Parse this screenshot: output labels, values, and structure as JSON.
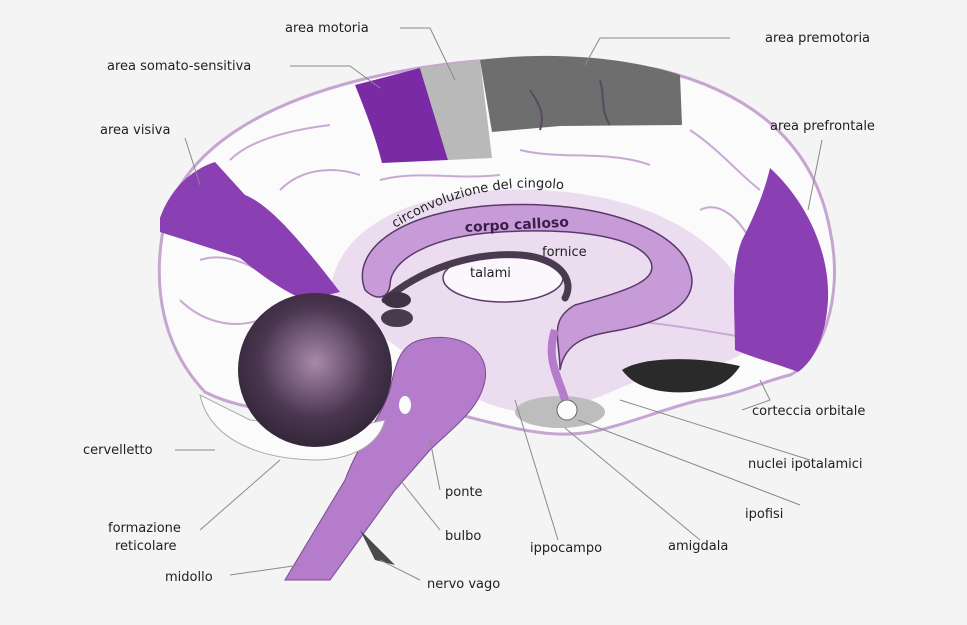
{
  "labels": {
    "area_motoria": "area motoria",
    "area_premotoria": "area premotoria",
    "area_somato_sensitiva": "area somato-sensitiva",
    "area_visiva": "area visiva",
    "area_prefrontale": "area prefrontale",
    "circonvoluzione_del_cingolo": "circonvoluzione del cingolo",
    "corpo_calloso": "corpo calloso",
    "fornice": "fornice",
    "talami": "talami",
    "cervelletto": "cervelletto",
    "formazione_reticolare_1": "formazione",
    "formazione_reticolare_2": "reticolare",
    "midollo": "midollo",
    "ponte": "ponte",
    "bulbo": "bulbo",
    "nervo_vago": "nervo vago",
    "ippocampo": "ippocampo",
    "amigdala": "amigdala",
    "ipofisi": "ipofisi",
    "nuclei_ipotalamici": "nuclei ipotalamici",
    "corteccia_orbitale": "corteccia orbitale"
  },
  "colors": {
    "background": "#f3f4f3",
    "cortex_area": "#8a3fb3",
    "motor_area": "#b9b9b9",
    "premotor_area": "#6e6e6e",
    "corpus_callosum": "#c79bd8",
    "brainstem": "#b47ccb",
    "cerebellum": "#3b2b3e",
    "orbital_cortex": "#2a2a2a",
    "inner_tissue": "#ead9ef"
  }
}
